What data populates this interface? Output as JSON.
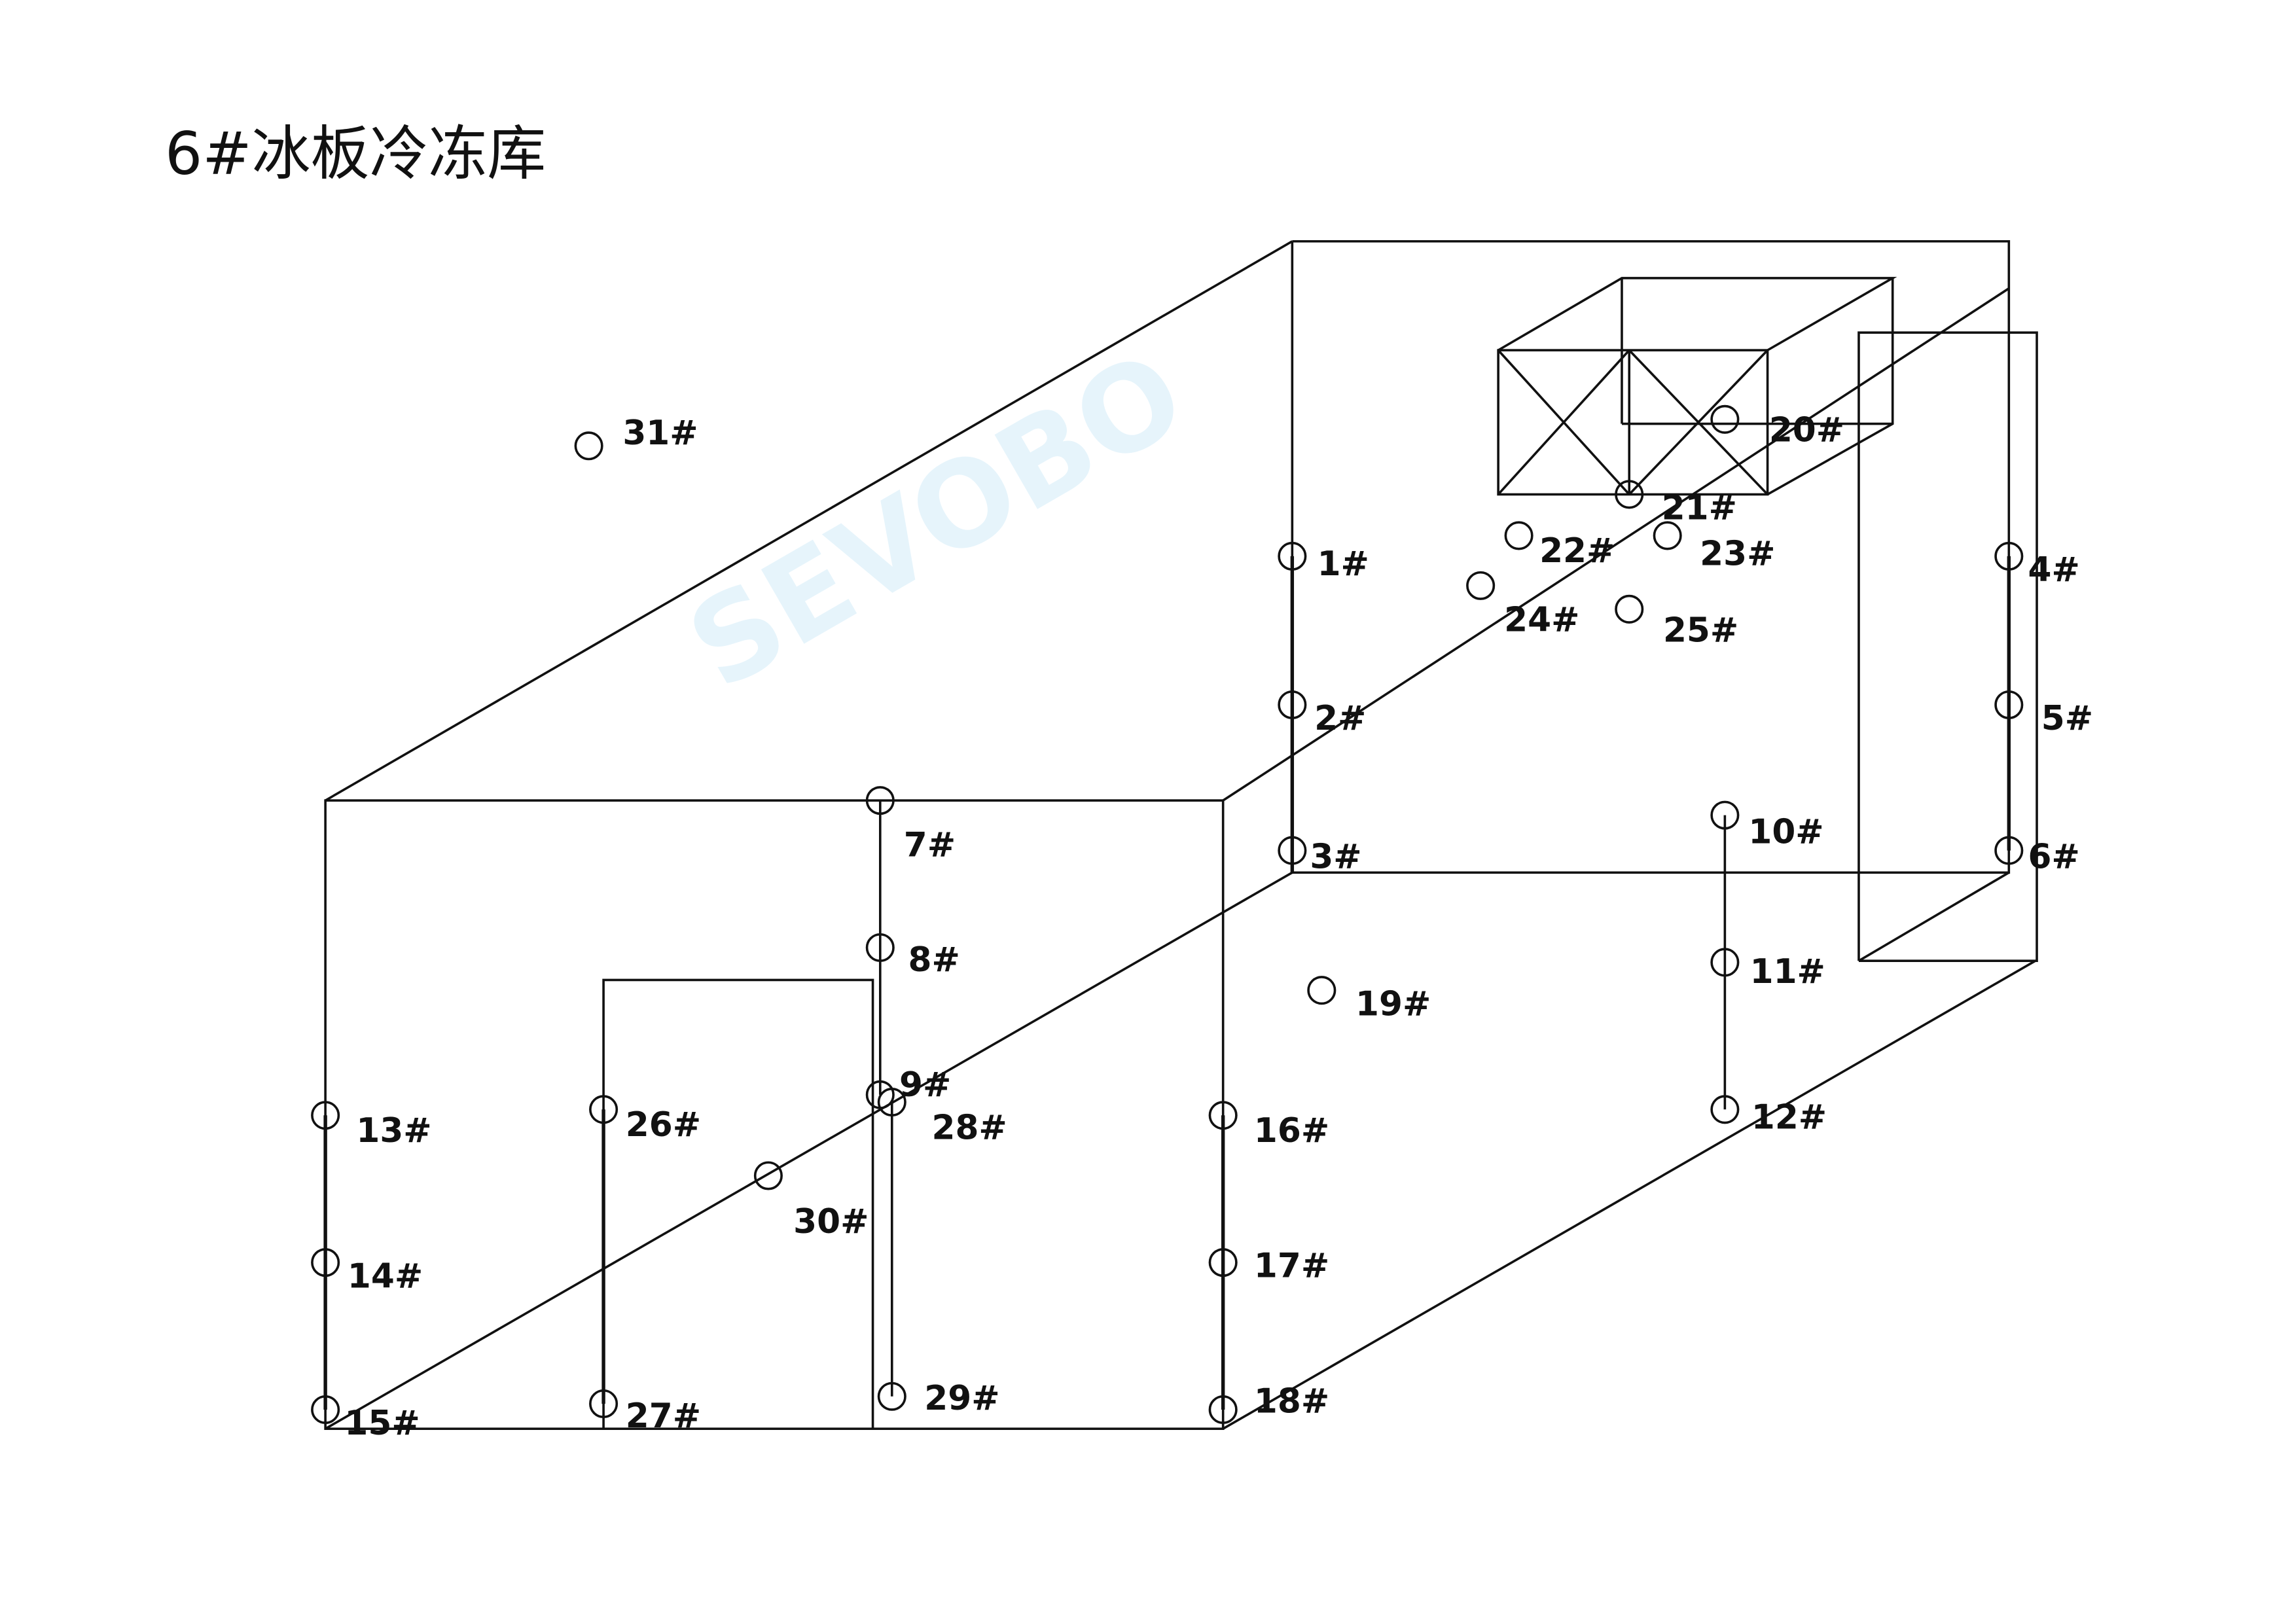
{
  "title": "6#冰板冷冻库",
  "watermark": "SEVOBO",
  "points": [
    {
      "label": "1#"
    },
    {
      "label": "2#"
    },
    {
      "label": "3#"
    },
    {
      "label": "4#"
    },
    {
      "label": "5#"
    },
    {
      "label": "6#"
    },
    {
      "label": "7#"
    },
    {
      "label": "8#"
    },
    {
      "label": "9#"
    },
    {
      "label": "10#"
    },
    {
      "label": "11#"
    },
    {
      "label": "12#"
    },
    {
      "label": "13#"
    },
    {
      "label": "14#"
    },
    {
      "label": "15#"
    },
    {
      "label": "16#"
    },
    {
      "label": "17#"
    },
    {
      "label": "18#"
    },
    {
      "label": "19#"
    },
    {
      "label": "20#"
    },
    {
      "label": "21#"
    },
    {
      "label": "22#"
    },
    {
      "label": "23#"
    },
    {
      "label": "24#"
    },
    {
      "label": "25#"
    },
    {
      "label": "26#"
    },
    {
      "label": "27#"
    },
    {
      "label": "28#"
    },
    {
      "label": "29#"
    },
    {
      "label": "30#"
    },
    {
      "label": "31#"
    }
  ]
}
